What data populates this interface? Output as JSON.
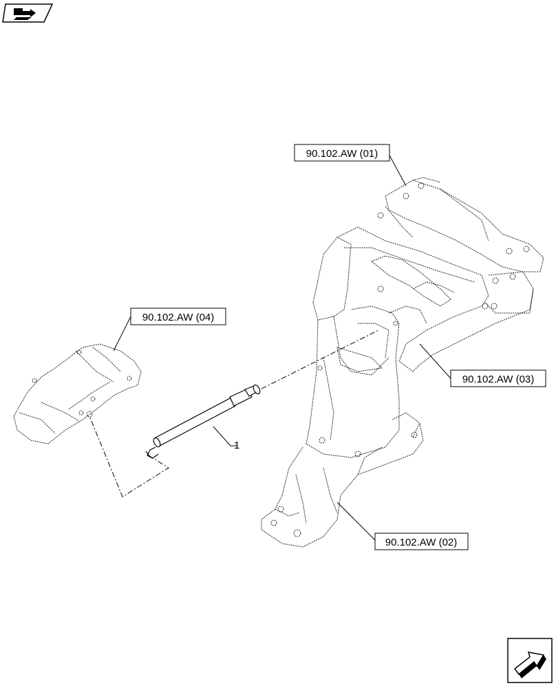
{
  "callouts": [
    {
      "id": "c01",
      "label": "90.102.AW (01)"
    },
    {
      "id": "c02",
      "label": "90.102.AW (02)"
    },
    {
      "id": "c03",
      "label": "90.102.AW (03)"
    },
    {
      "id": "c04",
      "label": "90.102.AW (04)"
    }
  ],
  "item_number": "1",
  "colors": {
    "line": "#000000",
    "part_outline": "#222222",
    "background": "#ffffff"
  },
  "icons": {
    "top_left": "book-arrow-icon",
    "bottom_right": "next-page-arrow-icon"
  }
}
